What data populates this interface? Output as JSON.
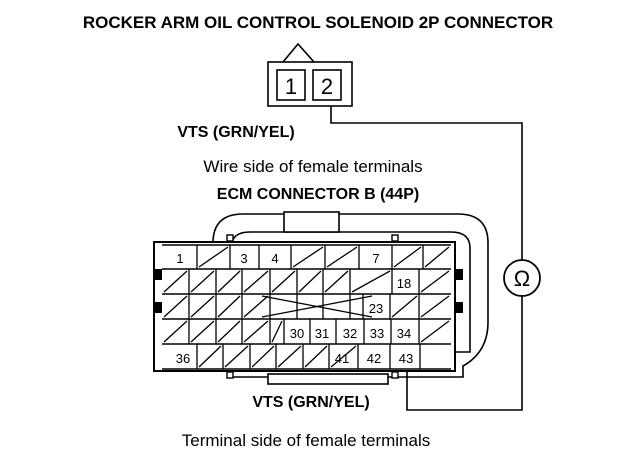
{
  "diagram": {
    "title": "ROCKER ARM OIL CONTROL SOLENOID 2P CONNECTOR",
    "solenoid_connector": {
      "terminals": [
        "1",
        "2"
      ]
    },
    "vts_label_top": "VTS (GRN/YEL)",
    "wire_side_caption": "Wire side of female terminals",
    "ecm_connector_title": "ECM CONNECTOR B (44P)",
    "ecm_terminals": {
      "row1": [
        "1",
        "3",
        "4",
        "7"
      ],
      "row2": [
        "18"
      ],
      "row3": [
        "23"
      ],
      "row4": [
        "30",
        "31",
        "32",
        "33",
        "34"
      ],
      "row5": [
        "36",
        "41",
        "42",
        "43"
      ]
    },
    "ohmmeter_symbol": "Ω",
    "vts_label_bottom": "VTS (GRN/YEL)",
    "terminal_side_caption": "Terminal side of female terminals"
  }
}
